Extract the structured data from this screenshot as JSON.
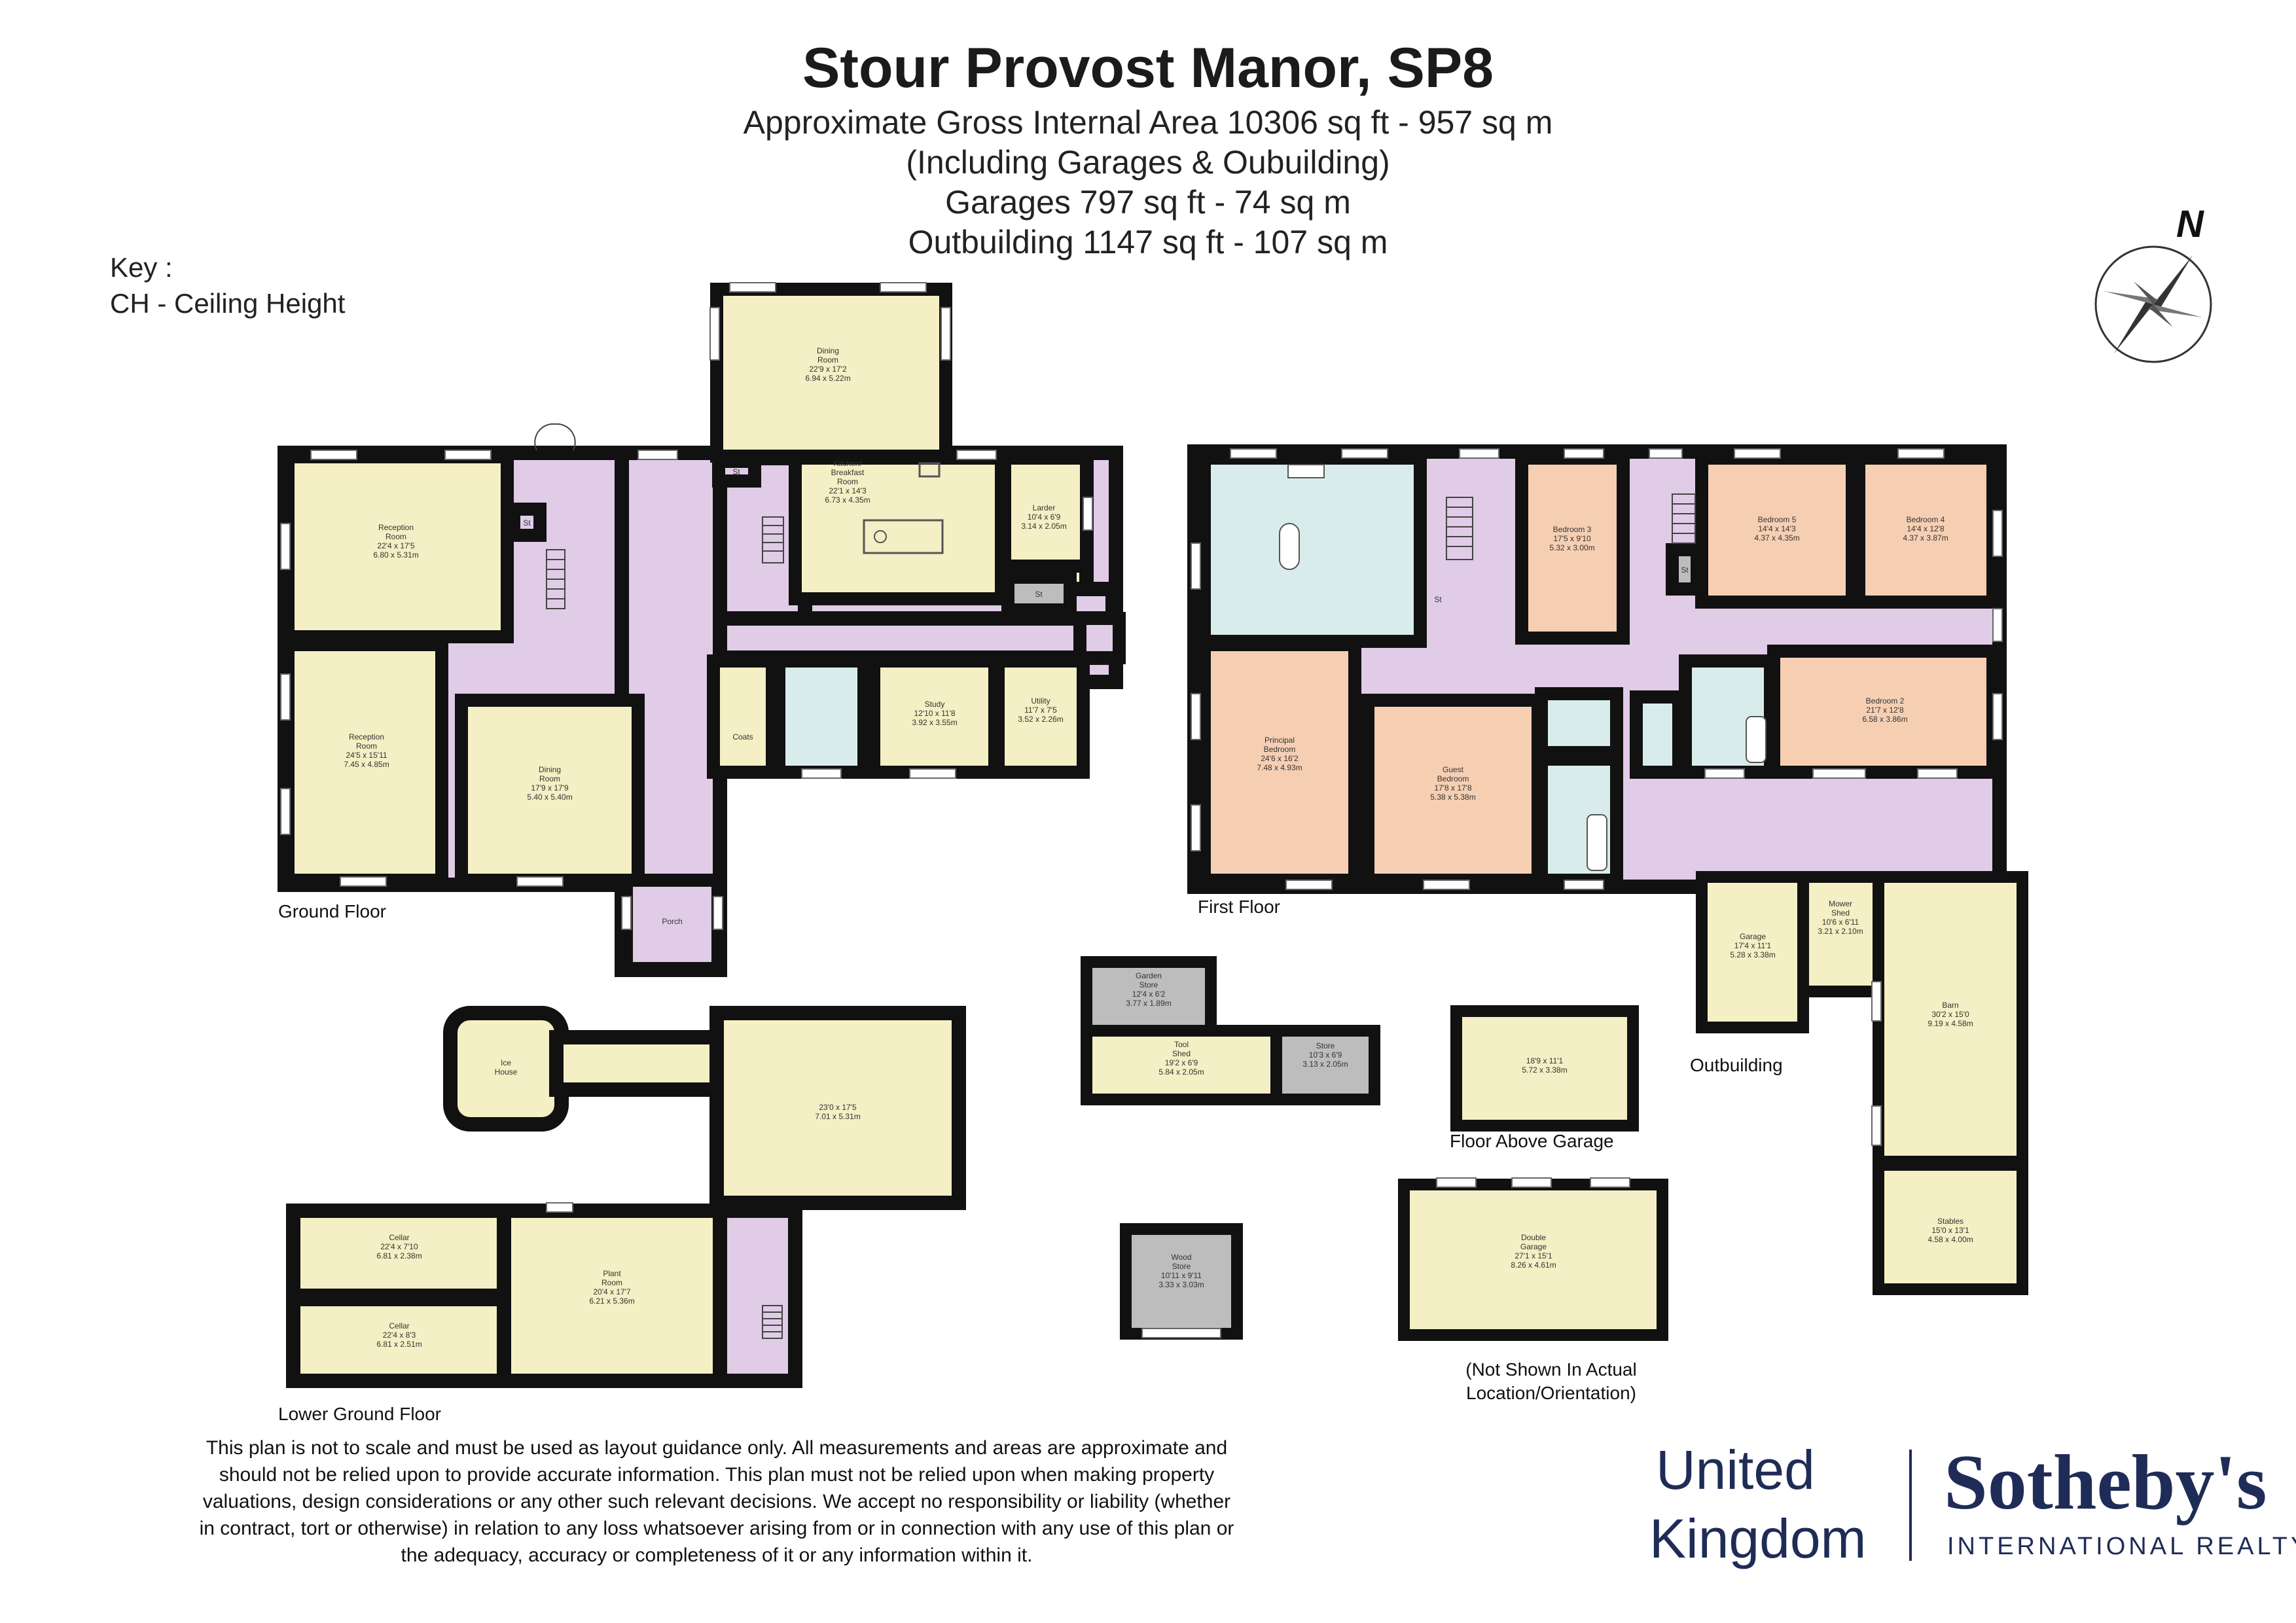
{
  "header": {
    "title": "Stour Provost Manor, SP8",
    "lines": [
      "Approximate Gross Internal Area 10306 sq ft - 957 sq m",
      "(Including Garages & Oubuilding)",
      "Garages 797 sq ft - 74 sq m",
      "Outbuilding 1147 sq ft - 107 sq m"
    ]
  },
  "key": {
    "title": "Key :",
    "item": "CH - Ceiling Height"
  },
  "compass": {
    "label": "N"
  },
  "floors": {
    "ground": "Ground Floor",
    "first": "First Floor",
    "lower": "Lower Ground Floor",
    "above_garage": "Floor Above Garage",
    "outbuilding": "Outbuilding"
  },
  "note": "(Not Shown In Actual Location/Orientation)",
  "rooms": {
    "dining_top": [
      "Dining",
      "Room",
      "22'9 x 17'2",
      "6.94 x 5.22m"
    ],
    "kitchen": [
      "Kitchen/",
      "Breakfast",
      "Room",
      "22'1 x 14'3",
      "6.73 x 4.35m"
    ],
    "larder": [
      "Larder",
      "10'4 x 6'9",
      "3.14 x 2.05m"
    ],
    "reception1": [
      "Reception",
      "Room",
      "22'4 x 17'5",
      "6.80 x 5.31m"
    ],
    "reception2": [
      "Reception",
      "Room",
      "24'5 x 15'11",
      "7.45 x 4.85m"
    ],
    "dining2": [
      "Dining",
      "Room",
      "17'9 x 17'9",
      "5.40 x 5.40m"
    ],
    "study": [
      "Study",
      "12'10 x 11'8",
      "3.92 x 3.55m"
    ],
    "utility": [
      "Utility",
      "11'7 x 7'5",
      "3.52 x 2.26m"
    ],
    "coats": [
      "Coats"
    ],
    "porch": [
      "Porch"
    ],
    "st": "St",
    "principal": [
      "Principal",
      "Bedroom",
      "24'6 x 16'2",
      "7.48 x 4.93m"
    ],
    "guest": [
      "Guest",
      "Bedroom",
      "17'8 x 17'8",
      "5.38 x 5.38m"
    ],
    "bedroom3": [
      "Bedroom 3",
      "17'5 x 9'10",
      "5.32 x 3.00m"
    ],
    "bedroom5": [
      "Bedroom 5",
      "14'4 x 14'3",
      "4.37 x 4.35m"
    ],
    "bedroom4": [
      "Bedroom 4",
      "14'4 x 12'8",
      "4.37 x 3.87m"
    ],
    "bedroom2": [
      "Bedroom 2",
      "21'7 x 12'8",
      "6.58 x 3.86m"
    ],
    "ice_house": [
      "Ice",
      "House"
    ],
    "lg_big": [
      "23'0 x 17'5",
      "7.01 x 5.31m"
    ],
    "cellar1": [
      "Cellar",
      "22'4 x 7'10",
      "6.81 x 2.38m"
    ],
    "cellar2": [
      "Cellar",
      "22'4 x 8'3",
      "6.81 x 2.51m"
    ],
    "plant": [
      "Plant",
      "Room",
      "20'4 x 17'7",
      "6.21 x 5.36m"
    ],
    "garden_store": [
      "Garden",
      "Store",
      "12'4 x 6'2",
      "3.77 x 1.89m"
    ],
    "tool_shed": [
      "Tool",
      "Shed",
      "19'2 x 6'9",
      "5.84 x 2.05m"
    ],
    "store": [
      "Store",
      "10'3 x 6'9",
      "3.13 x 2.05m"
    ],
    "wood_store": [
      "Wood",
      "Store",
      "10'11 x 9'11",
      "3.33 x 3.03m"
    ],
    "above_garage_room": [
      "18'9 x 11'1",
      "5.72 x 3.38m"
    ],
    "double_garage": [
      "Double",
      "Garage",
      "27'1 x 15'1",
      "8.26 x 4.61m"
    ],
    "garage": [
      "Garage",
      "17'4 x 11'1",
      "5.28 x 3.38m"
    ],
    "mower_shed": [
      "Mower",
      "Shed",
      "10'6 x 6'11",
      "3.21 x 2.10m"
    ],
    "barn": [
      "Barn",
      "30'2 x 15'0",
      "9.19 x 4.58m"
    ],
    "stables": [
      "Stables",
      "15'0 x 13'1",
      "4.58 x 4.00m"
    ]
  },
  "disclaimer": "This plan is not to scale and must be used as layout guidance only. All measurements and areas are approximate and should not be relied upon to provide accurate information. This plan must not be relied upon when making property valuations, design considerations or any other such relevant decisions. We accept no responsibility or liability (whether in contract, tort or otherwise) in relation to any loss whatsoever arising from or in connection with any use of this plan or the adequacy, accuracy or completeness of it or any information within it.",
  "brand": {
    "left_line1": "United",
    "left_line2": "Kingdom",
    "name": "Sotheby's",
    "sub": "INTERNATIONAL REALTY"
  },
  "colors": {
    "wall": "#111111",
    "yellow": "#f4efc4",
    "lilac": "#e0cce6",
    "peach": "#f6cfb3",
    "blue": "#d9ecec",
    "grey": "#bdbdbd",
    "brand": "#1f2c57"
  }
}
